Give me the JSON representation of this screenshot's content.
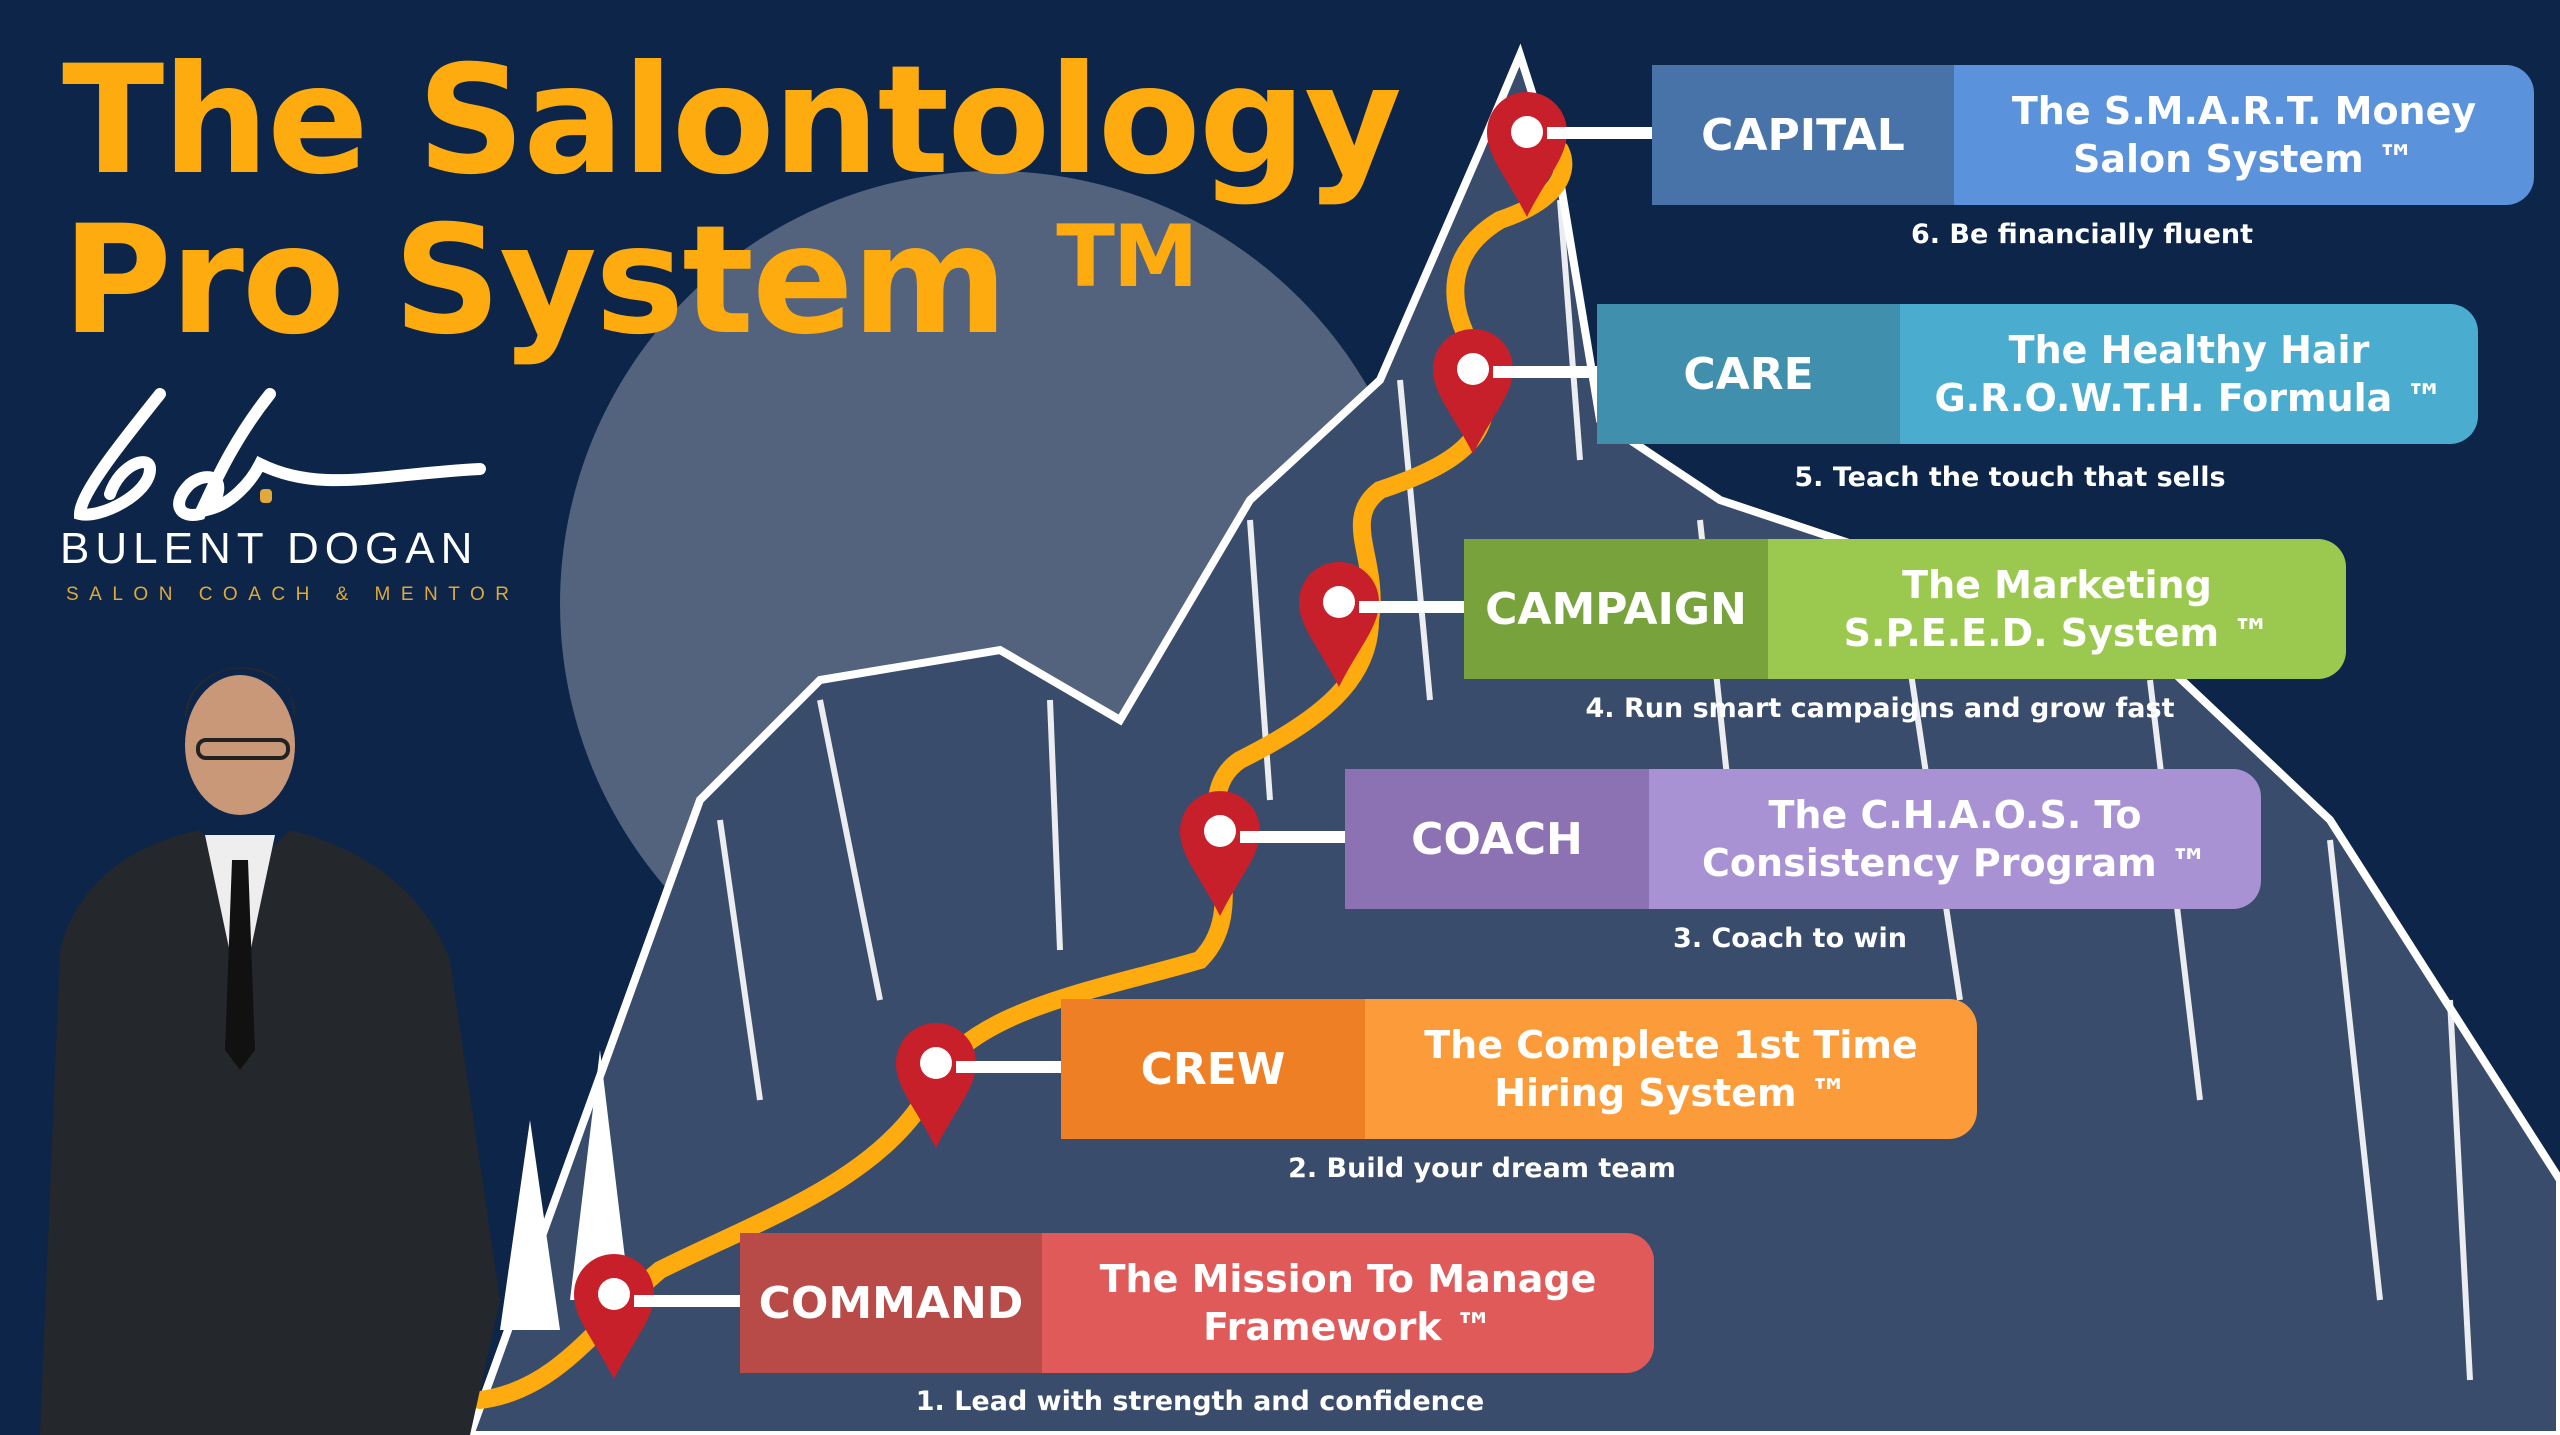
{
  "title": {
    "line1": "The Salontology",
    "line2": "Pro System",
    "tm": "TM"
  },
  "logo": {
    "monogram": "bd",
    "name": "BULENT DOGAN",
    "tagline": "SALON COACH & MENTOR"
  },
  "colors": {
    "background": "#0c2549",
    "title": "#fdab0f",
    "path": "#fdab0f",
    "pin": "#c8202a"
  },
  "steps": [
    {
      "label": "CAPITAL",
      "description": "The S.M.A.R.T. Money\nSalon System ™",
      "caption": "6. Be financially fluent",
      "label_color": "#4873a8",
      "desc_color": "#5a93db"
    },
    {
      "label": "CARE",
      "description": "The Healthy Hair\nG.R.O.W.T.H. Formula ™",
      "caption": "5. Teach the touch that sells",
      "label_color": "#3f8fad",
      "desc_color": "#4aadd0"
    },
    {
      "label": "CAMPAIGN",
      "description": "The Marketing\nS.P.E.E.D. System ™",
      "caption": "4. Run smart campaigns and grow fast",
      "label_color": "#78a33c",
      "desc_color": "#9bc94f"
    },
    {
      "label": "COACH",
      "description": "The C.H.A.O.S. To\nConsistency Program ™",
      "caption": "3. Coach to win",
      "label_color": "#8d72b3",
      "desc_color": "#a892d4"
    },
    {
      "label": "CREW",
      "description": "The Complete 1st Time\nHiring System ™",
      "caption": "2. Build your dream team",
      "label_color": "#ef7f24",
      "desc_color": "#fb9b3a"
    },
    {
      "label": "COMMAND",
      "description": "The Mission To Manage\nFramework ™",
      "caption": "1. Lead with strength and confidence",
      "label_color": "#b84a47",
      "desc_color": "#e05a5a"
    }
  ]
}
